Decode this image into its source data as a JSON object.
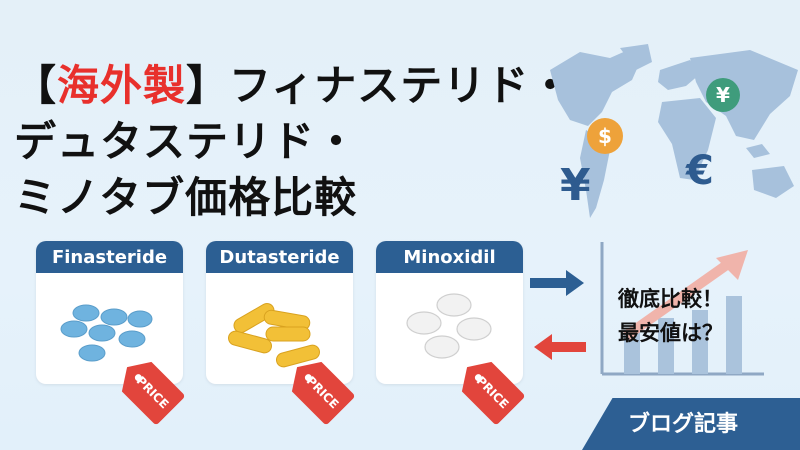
{
  "title": {
    "bracket_open": "【",
    "highlight": "海外製",
    "bracket_close": "】",
    "line1_rest": "フィナステリド・",
    "line2": "デュタステリド・",
    "line3": "ミノタブ価格比較"
  },
  "map": {
    "currency_symbols": {
      "yen_green": "¥",
      "dollar": "$",
      "yen_blue": "¥",
      "euro": "€"
    }
  },
  "cards": [
    {
      "label": "Finasteride",
      "pill_type": "blue-tablets",
      "tag": "PRICE"
    },
    {
      "label": "Dutasteride",
      "pill_type": "yellow-capsules",
      "tag": "PRICE"
    },
    {
      "label": "Minoxidil",
      "pill_type": "white-tablets",
      "tag": "PRICE"
    }
  ],
  "comparison": {
    "line1": "徹底比較！",
    "line2": "最安値は？"
  },
  "banner": {
    "label": "ブログ記事"
  },
  "colors": {
    "accent_red": "#e8302c",
    "card_header_blue": "#2c5f93",
    "price_tag_red": "#e2453c",
    "background": "#e4f0f8"
  }
}
